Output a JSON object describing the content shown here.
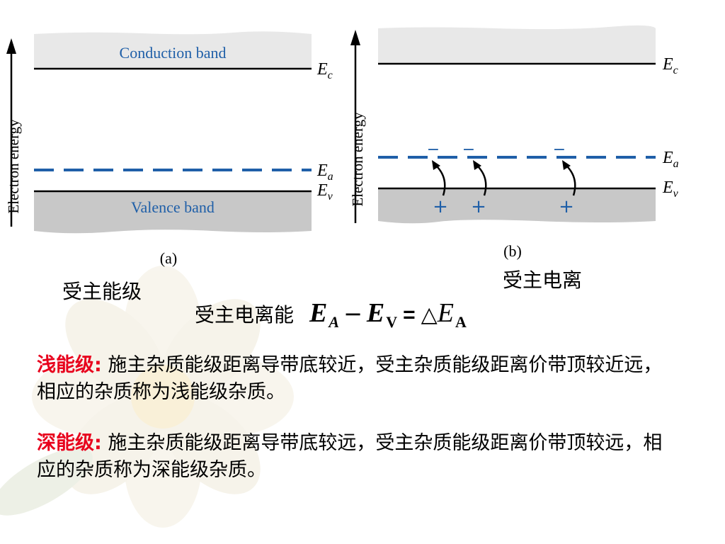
{
  "figure_a": {
    "conduction_band": "Conduction band",
    "valence_band": "Valence band",
    "axis": "Electron energy",
    "ec_main": "E",
    "ec_sub": "c",
    "ea_main": "E",
    "ea_sub": "a",
    "ev_main": "E",
    "ev_sub": "v",
    "caption": "(a)"
  },
  "figure_b": {
    "axis": "Electron energy",
    "ec_main": "E",
    "ec_sub": "c",
    "ea_main": "E",
    "ea_sub": "a",
    "ev_main": "E",
    "ev_sub": "v",
    "minus": "−",
    "plus": "+",
    "caption": "(b)"
  },
  "labels": {
    "acceptor_level": "受主能级",
    "acceptor_ionization": "受主电离"
  },
  "formula": {
    "label": "受主电离能",
    "E": "E",
    "sub_A": "A",
    "minus": "−",
    "sub_V": "V",
    "equals": "=",
    "delta": "△",
    "sub_A2": "A"
  },
  "paragraphs": [
    {
      "term": "浅能级:",
      "text": " 施主杂质能级距离导带底较近，受主杂质能级距离价带顶较近远，相应的杂质称为浅能级杂质。"
    },
    {
      "term": "深能级:",
      "text": " 施主杂质能级距离导带底较远，受主杂质能级距离价带顶较远，相应的杂质称为深能级杂质。"
    }
  ],
  "colors": {
    "band_line": "#000000",
    "acceptor_level": "#1f5fa8",
    "band_text": "#1f5fa8",
    "conduction_fill": "#e8e8e8",
    "valence_fill": "#c8c8c8",
    "term_red": "#e8001c"
  }
}
